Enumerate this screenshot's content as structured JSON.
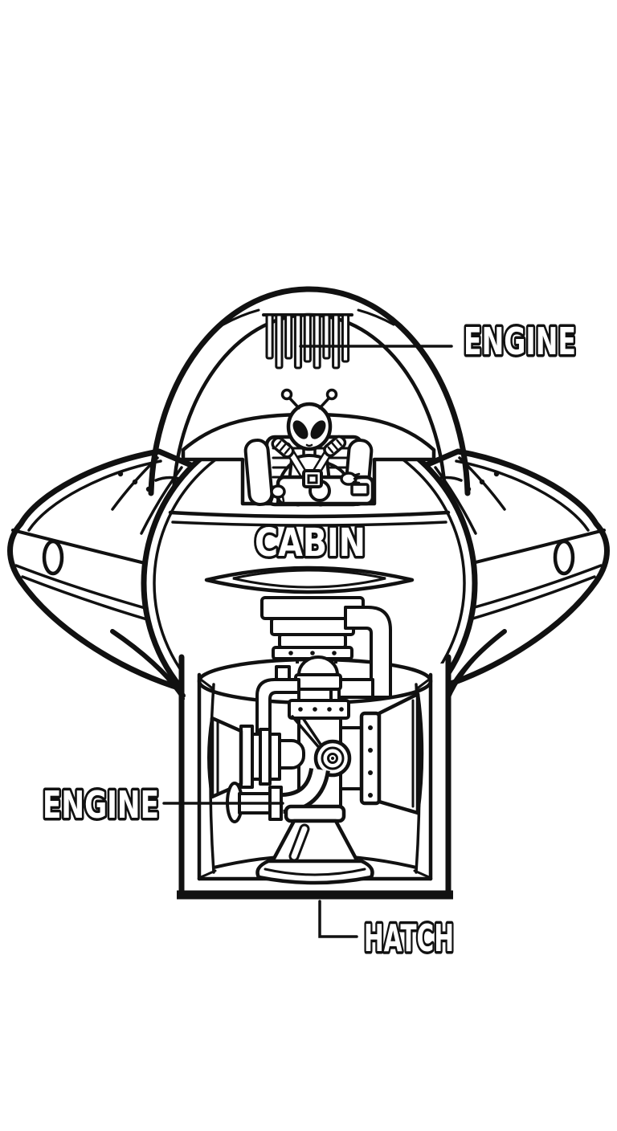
{
  "illustration": "alien-flying-saucer-cutaway-coloring-page",
  "colors": {
    "line": "#111111",
    "background": "#ffffff"
  },
  "labels": {
    "engine_top": "ENGINE",
    "cabin": "CABIN",
    "engine_left": "ENGINE",
    "hatch": "HATCH"
  }
}
